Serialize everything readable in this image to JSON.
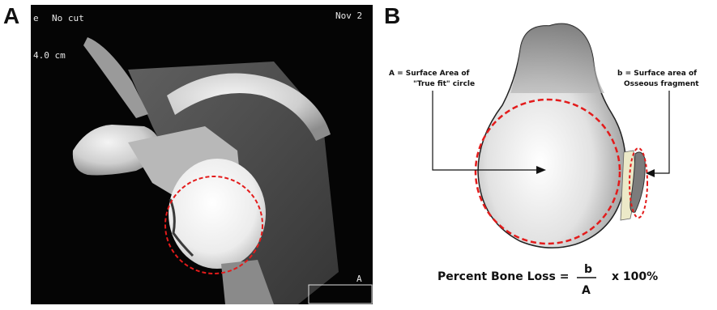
{
  "panel_a": {
    "letter": "A",
    "ct_labels": {
      "cut_mode": "No cut",
      "side_char": "e",
      "date": "Nov 2",
      "scale": "4.0 cm",
      "orientation": "A"
    }
  },
  "panel_b": {
    "letter": "B",
    "label_A_line1": "A = Surface Area of",
    "label_A_line2": "\"True fit\" circle",
    "label_b_line1": "b = Surface area of",
    "label_b_line2": "Osseous fragment",
    "formula_prefix": "Percent Bone Loss =",
    "numerator": "b",
    "denominator": "A",
    "formula_suffix": "x 100%"
  },
  "colors": {
    "dashed_circle": "#e31b1b",
    "ct_background": "#050505",
    "bone": "#d9d9d9"
  }
}
